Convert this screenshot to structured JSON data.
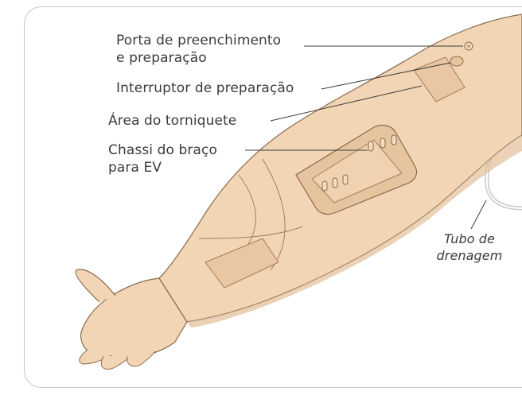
{
  "labels": {
    "fill_port_line1": "Porta de preenchimento",
    "fill_port_line2": "e preparação",
    "priming_switch": "Interruptor de preparação",
    "tourniquet_area": "Área do torniquete",
    "arm_chassis_line1": "Chassi do braço",
    "arm_chassis_line2": "para EV",
    "drain_tube_line1": "Tubo de",
    "drain_tube_line2": "drenagem"
  },
  "colors": {
    "skin": "#f1d5b4",
    "skin_shadow": "#e2bd96",
    "outline": "#8a6a4f",
    "chassis": "#e6c49e",
    "leader": "#3b3b3b",
    "text": "#3b3b3b"
  }
}
